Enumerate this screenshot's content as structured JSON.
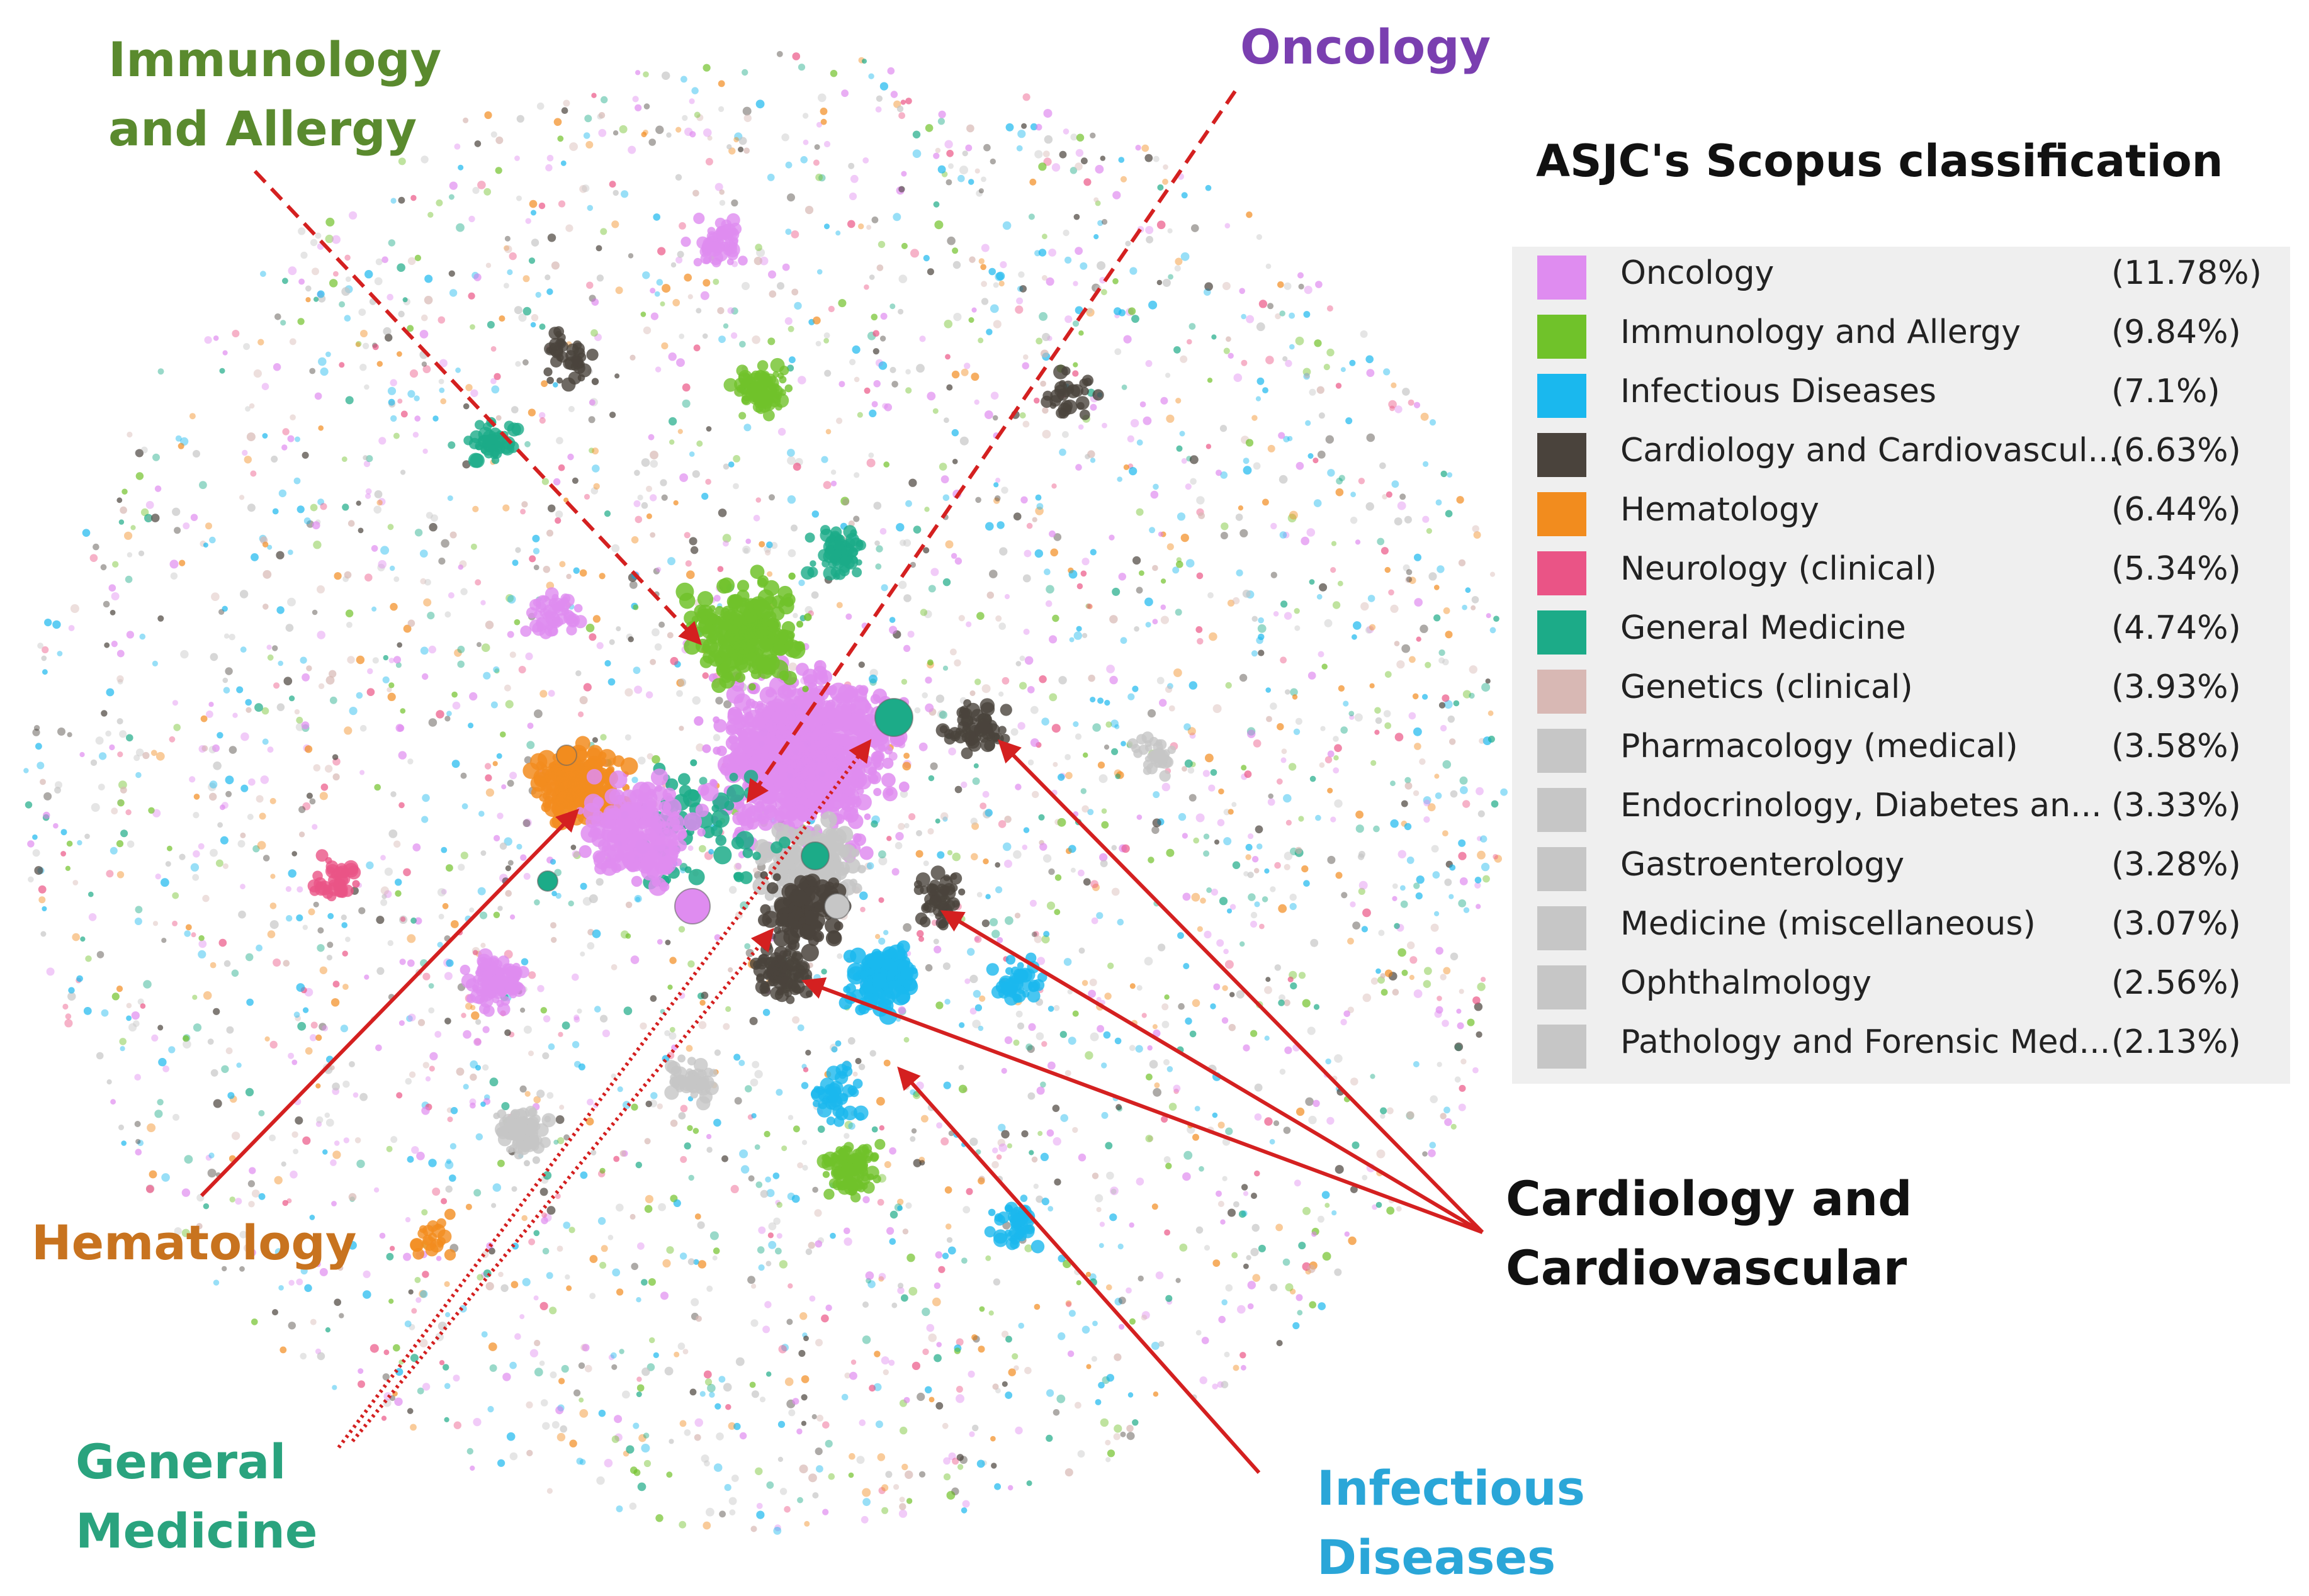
{
  "legend": {
    "title": "ASJC's Scopus classification",
    "items": [
      {
        "label": "Oncology",
        "pct": "(11.78%)",
        "color": "#df8cf0"
      },
      {
        "label": "Immunology and Allergy",
        "pct": "(9.84%)",
        "color": "#70c22a"
      },
      {
        "label": "Infectious Diseases",
        "pct": "(7.1%)",
        "color": "#1ab8ee"
      },
      {
        "label": "Cardiology and Cardiovascul...",
        "pct": "(6.63%)",
        "color": "#4a433c"
      },
      {
        "label": "Hematology",
        "pct": "(6.44%)",
        "color": "#f28c1e"
      },
      {
        "label": "Neurology (clinical)",
        "pct": "(5.34%)",
        "color": "#ea5486"
      },
      {
        "label": "General Medicine",
        "pct": "(4.74%)",
        "color": "#1cab88"
      },
      {
        "label": "Genetics (clinical)",
        "pct": "(3.93%)",
        "color": "#d8b8b4"
      },
      {
        "label": "Pharmacology (medical)",
        "pct": "(3.58%)",
        "color": "#c6c6c6"
      },
      {
        "label": "Endocrinology, Diabetes an...",
        "pct": "(3.33%)",
        "color": "#c6c6c6"
      },
      {
        "label": "Gastroenterology",
        "pct": "(3.28%)",
        "color": "#c6c6c6"
      },
      {
        "label": "Medicine (miscellaneous)",
        "pct": "(3.07%)",
        "color": "#c6c6c6"
      },
      {
        "label": "Ophthalmology",
        "pct": "(2.56%)",
        "color": "#c6c6c6"
      },
      {
        "label": "Pathology and Forensic Med...",
        "pct": "(2.13%)",
        "color": "#c6c6c6"
      }
    ]
  },
  "callouts": {
    "immunology_line1": "Immunology",
    "immunology_line2": "and Allergy",
    "oncology": "Oncology",
    "hematology": "Hematology",
    "general_line1": "General",
    "general_line2": "Medicine",
    "cardiology_line1": "Cardiology and",
    "cardiology_line2": "Cardiovascular",
    "infectious_line1": "Infectious",
    "infectious_line2": "Diseases"
  },
  "callout_colors": {
    "immunology": "#5a8a2e",
    "oncology": "#7a3fb0",
    "hematology": "#c8731f",
    "general": "#2aa37e",
    "cardiology": "#111111",
    "infectious": "#2aa6d8",
    "arrow": "#d42020"
  }
}
